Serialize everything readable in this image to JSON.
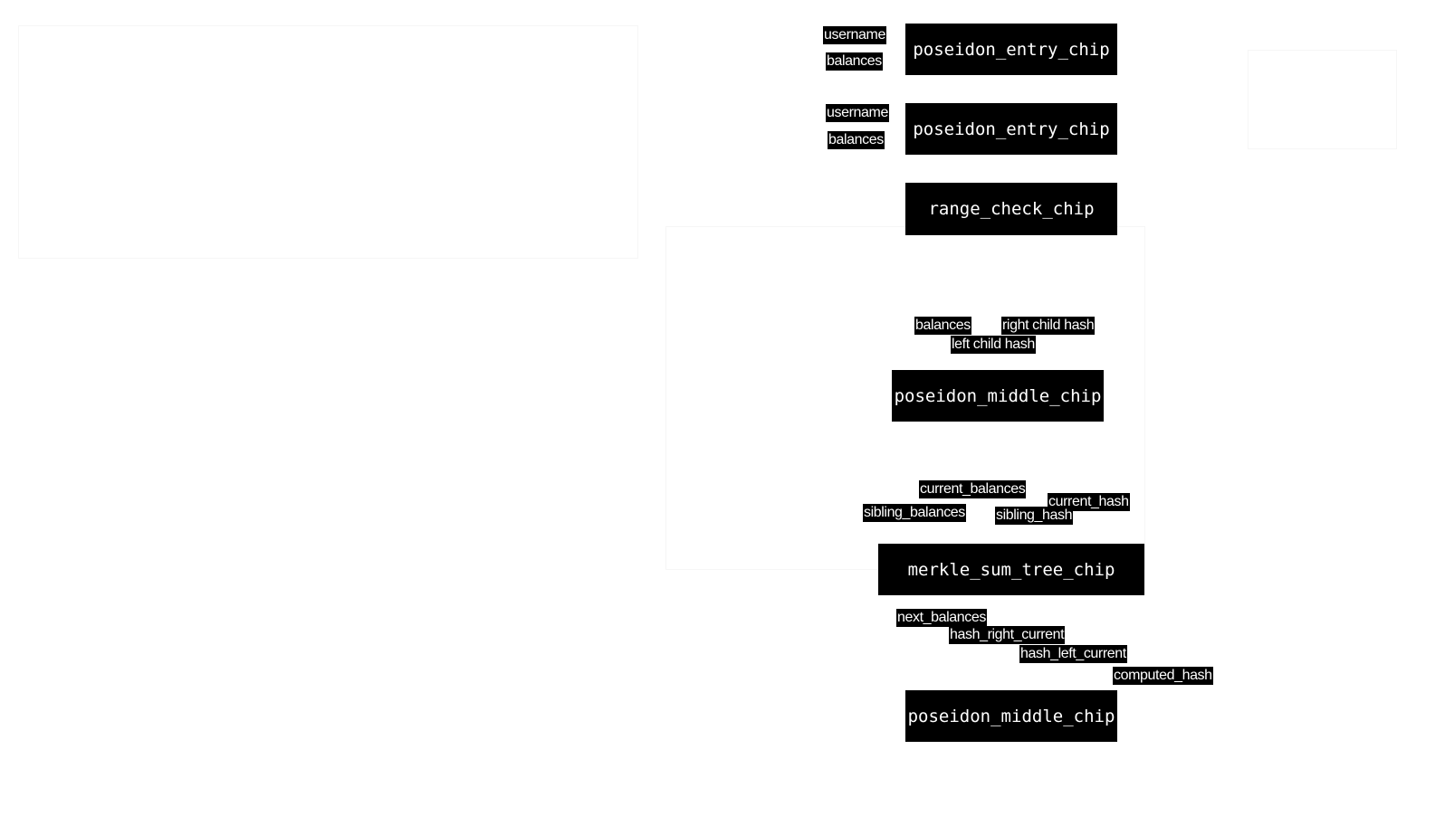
{
  "chips": {
    "entry1": "poseidon_entry_chip",
    "entry2": "poseidon_entry_chip",
    "range": "range_check_chip",
    "middle1": "poseidon_middle_chip",
    "merkle": "merkle_sum_tree_chip",
    "middle2": "poseidon_middle_chip"
  },
  "labels": {
    "entry1_username": "username",
    "entry1_balances": "balances",
    "entry2_username": "username",
    "entry2_balances": "balances",
    "middle_balances": "balances",
    "middle_right_child_hash": "right child hash",
    "middle_left_child_hash": "left child hash",
    "merkle_current_balances": "current_balances",
    "merkle_current_hash": "current_hash",
    "merkle_sibling_balances": "sibling_balances",
    "merkle_sibling_hash": "sibling_hash",
    "next_balances": "next_balances",
    "hash_right_current": "hash_right_current",
    "hash_left_current": "hash_left_current",
    "computed_hash": "computed_hash"
  }
}
